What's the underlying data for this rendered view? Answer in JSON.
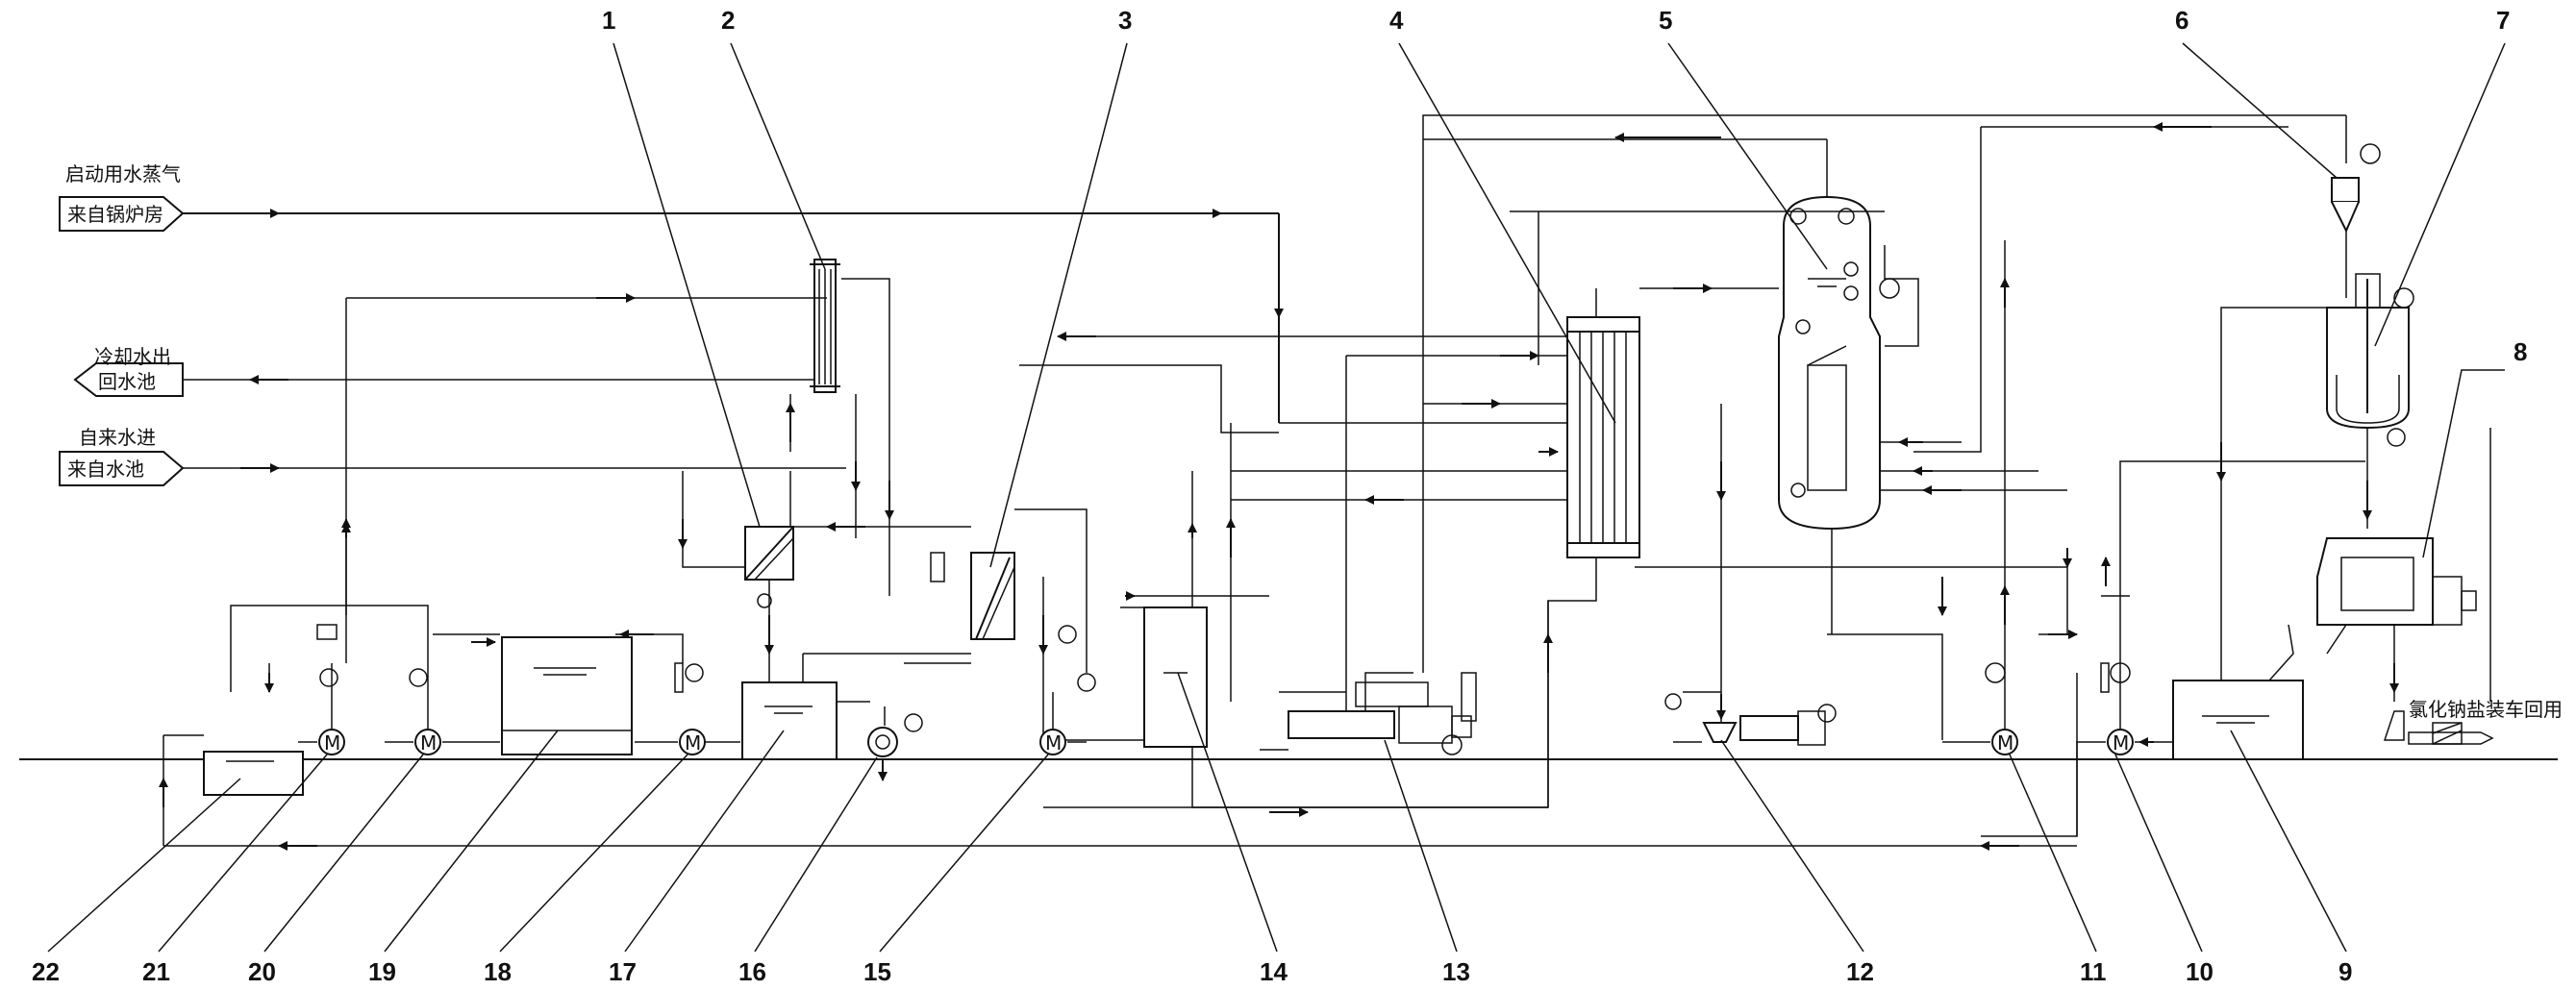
{
  "equipment_numbers": [
    "1",
    "2",
    "3",
    "4",
    "5",
    "6",
    "7",
    "8",
    "9",
    "10",
    "11",
    "12",
    "13",
    "14",
    "15",
    "16",
    "17",
    "18",
    "19",
    "20",
    "21",
    "22"
  ],
  "stream_labels": {
    "steam_top": "启动用水蒸气",
    "steam_bottom": "来自锅炉房",
    "cooling_out_top": "冷却水出",
    "cooling_out_bottom": "回水池",
    "tap_water_top": "自来水进",
    "tap_water_bottom": "来自水池",
    "product_out": "氯化钠盐装车回用"
  },
  "instrument_letter": "M"
}
